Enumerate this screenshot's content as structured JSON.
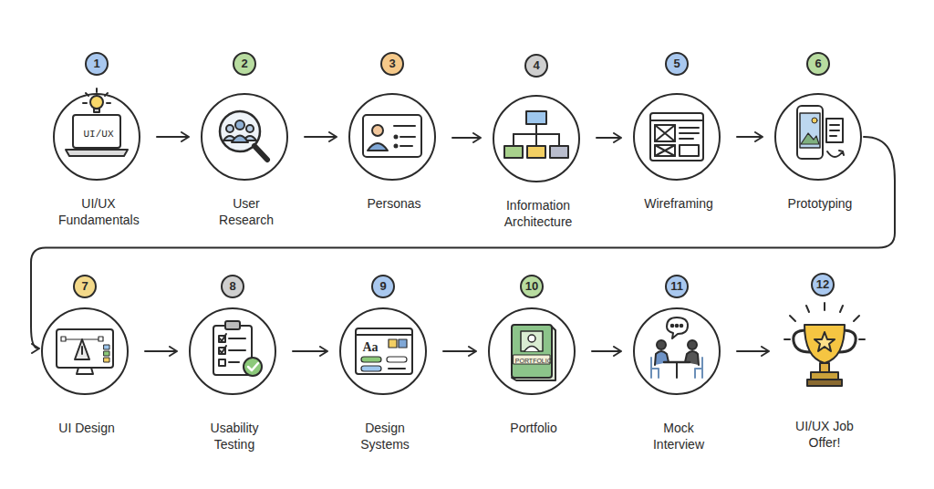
{
  "diagram": {
    "nodes": [
      {
        "text": [
          "1",
          "UI/UX",
          "UI/UX Fundamentals"
        ]
      },
      {
        "text": [
          "2",
          "User Research"
        ]
      },
      {
        "text": [
          "3",
          "Personas"
        ]
      },
      {
        "text": [
          "4",
          "Information Architecture"
        ]
      },
      {
        "text": [
          "5",
          "Wireframing"
        ]
      },
      {
        "text": [
          "6",
          "Prototyping"
        ]
      },
      {
        "text": [
          "7",
          "UI Design"
        ]
      },
      {
        "text": [
          "8",
          "Usability Testing"
        ]
      },
      {
        "text": [
          "9",
          "Aa",
          "Design Systems"
        ]
      },
      {
        "text": [
          "10",
          "PORTFOLIO",
          "Portfolio"
        ]
      },
      {
        "text": [
          "11",
          "Mock Interview"
        ]
      },
      {
        "text": [
          "12",
          "UI/UX Job Offer!"
        ]
      }
    ],
    "edges": [
      {
        "from": 0,
        "to": 1,
        "arrow": "to"
      },
      {
        "from": 1,
        "to": 2,
        "arrow": "to"
      },
      {
        "from": 2,
        "to": 3,
        "arrow": "to"
      },
      {
        "from": 3,
        "to": 4,
        "arrow": "to"
      },
      {
        "from": 4,
        "to": 5,
        "arrow": "to"
      },
      {
        "from": 5,
        "to": 6,
        "arrow": "to"
      },
      {
        "from": 6,
        "to": 7,
        "arrow": "to"
      },
      {
        "from": 7,
        "to": 8,
        "arrow": "to"
      },
      {
        "from": 8,
        "to": 9,
        "arrow": "to"
      },
      {
        "from": 9,
        "to": 10,
        "arrow": "to"
      },
      {
        "from": 10,
        "to": 11,
        "arrow": "to"
      }
    ]
  }
}
